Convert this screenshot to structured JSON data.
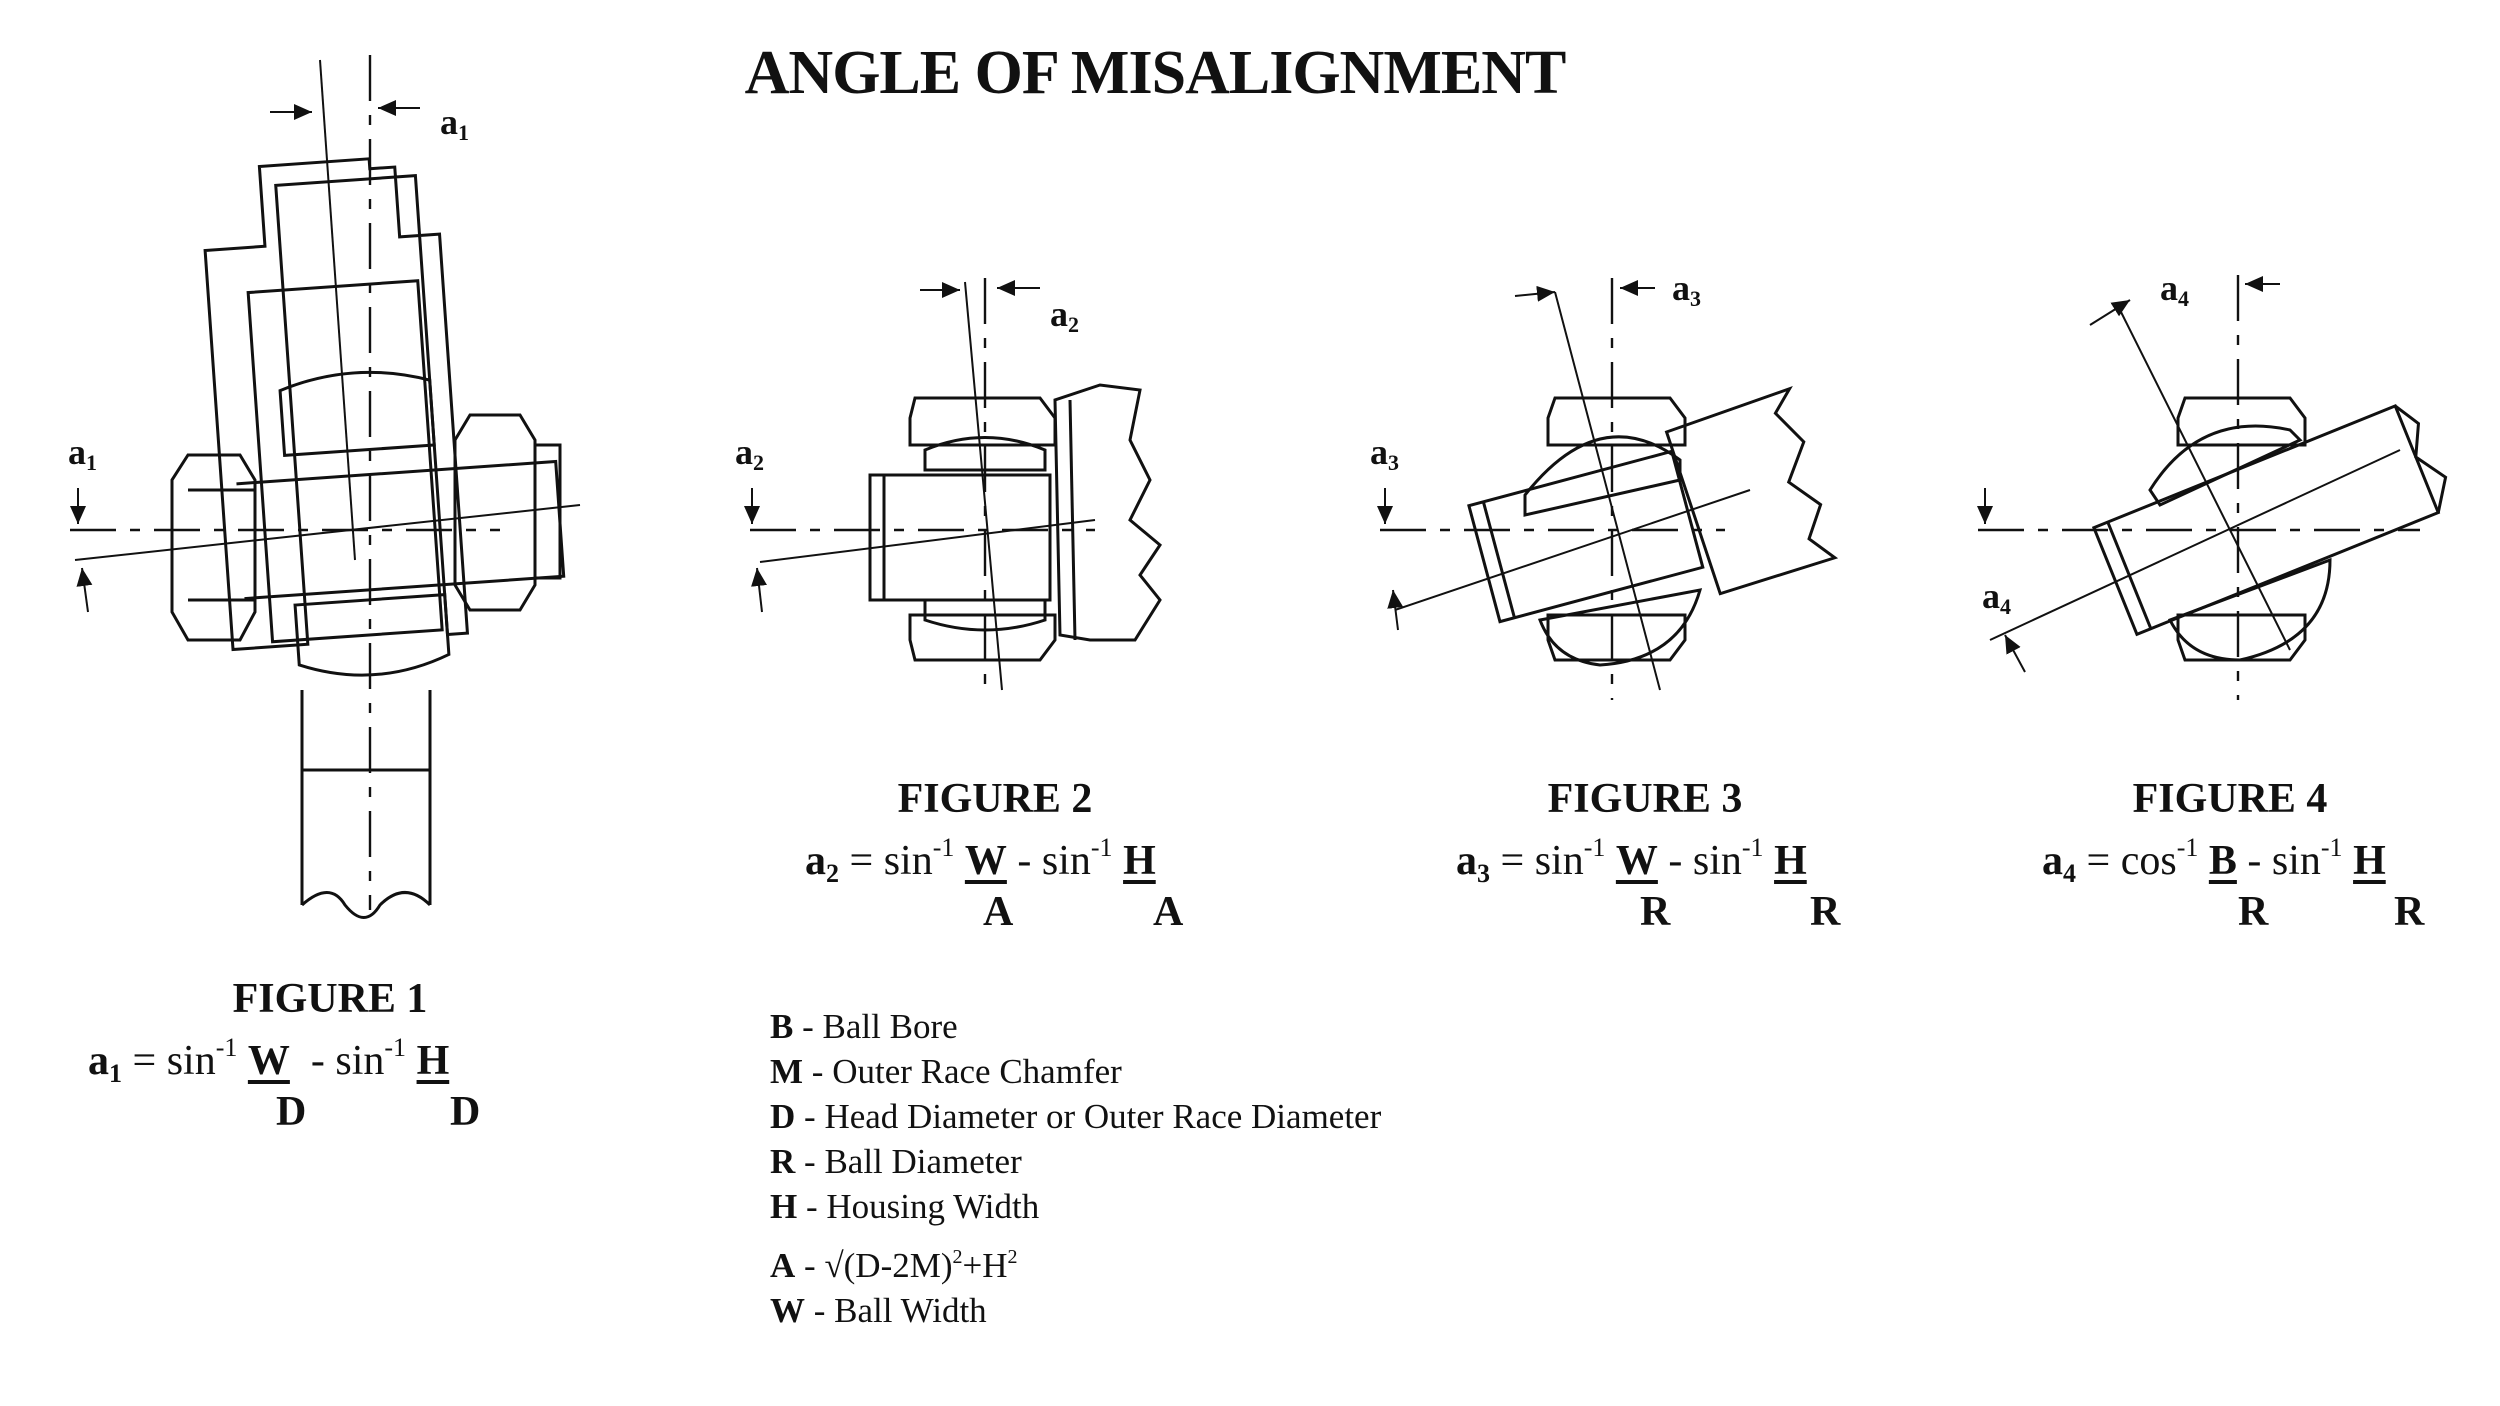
{
  "title": "ANGLE OF MISALIGNMENT",
  "figures": [
    {
      "caption": "FIGURE 1",
      "angle": "a",
      "angle_sub": "1",
      "fn1": "sin",
      "exp1": "-1",
      "num1": "W",
      "den1": "D",
      "fn2": "sin",
      "exp2": "-1",
      "num2": "H",
      "den2": "D"
    },
    {
      "caption": "FIGURE 2",
      "angle": "a",
      "angle_sub": "2",
      "fn1": "sin",
      "exp1": "-1",
      "num1": "W",
      "den1": "A",
      "fn2": "sin",
      "exp2": "-1",
      "num2": "H",
      "den2": "A"
    },
    {
      "caption": "FIGURE 3",
      "angle": "a",
      "angle_sub": "3",
      "fn1": "sin",
      "exp1": "-1",
      "num1": "W",
      "den1": "R",
      "fn2": "sin",
      "exp2": "-1",
      "num2": "H",
      "den2": "R"
    },
    {
      "caption": "FIGURE 4",
      "angle": "a",
      "angle_sub": "4",
      "fn1": "cos",
      "exp1": "-1",
      "num1": "B",
      "den1": "R",
      "fn2": "sin",
      "exp2": "-1",
      "num2": "H",
      "den2": "R"
    }
  ],
  "legend": [
    {
      "symbol": "B",
      "text": "Ball Bore"
    },
    {
      "symbol": "M",
      "text": "Outer Race Chamfer"
    },
    {
      "symbol": "D",
      "text": "Head Diameter or Outer Race Diameter"
    },
    {
      "symbol": "R",
      "text": "Ball Diameter"
    },
    {
      "symbol": "H",
      "text": "Housing Width"
    },
    {
      "symbol": "A",
      "text": "√(D-2M)",
      "sup1": "2",
      "text2": "+H",
      "sup2": "2"
    },
    {
      "symbol": "W",
      "text": "Ball Width"
    }
  ]
}
